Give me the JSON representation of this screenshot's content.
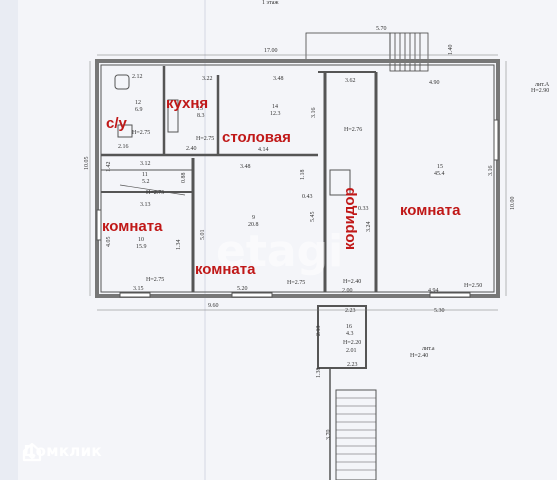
{
  "header": {
    "floor_label": "1 этаж"
  },
  "rooms": {
    "su": "с/у",
    "kitchen": "кухня",
    "dining": "столовая",
    "corridor": "коридор",
    "room_big": "комната",
    "room_left": "комната",
    "room_center": "комната"
  },
  "dimensions": {
    "top_total": "17.00",
    "top_right_ext": "5.70",
    "top_ext_side": "1.40",
    "d_2_12": "2.12",
    "d_3_22": "3.22",
    "d_3_48_top": "3.48",
    "d_3_62": "3.62",
    "d_4_90": "4.90",
    "d_2_16": "2.16",
    "d_2_40": "2.40",
    "d_4_14": "4.14",
    "d_3_12": "3.12",
    "d_3_48_mid": "3.48",
    "d_3_13": "3.13",
    "d_1_42": "1.42",
    "d_3_16_a": "3.16",
    "d_3_16_b": "3.16",
    "d_1_18": "1.18",
    "d_0_43": "0.43",
    "d_5_45": "5.45",
    "d_5_01": "5.01",
    "d_1_34": "1.34",
    "d_4_05": "4.05",
    "d_0_33": "0.33",
    "d_3_15": "3.15",
    "d_2_40_b": "2.40",
    "d_5_20": "5.20",
    "d_2_00": "2.00",
    "d_4_94": "4.94",
    "d_9_60": "9.60",
    "d_5_30": "5.30",
    "left_total": "10.05",
    "right_total": "10.00",
    "d_2_23": "2.23",
    "d_2_13": "2.13",
    "d_2_01": "2.01",
    "d_2_23_b": "2.23",
    "d_1_38": "1.38",
    "d_3_70": "3.70",
    "d_0_88": "0.88",
    "d_3_24": "3.24"
  },
  "room_numbers": {
    "su": {
      "num": "12",
      "area": "6.9"
    },
    "kitchen": {
      "num": "13",
      "area": "8.3"
    },
    "dining": {
      "num": "14",
      "area": "12.3"
    },
    "hall": {
      "num": "11",
      "area": "5.2"
    },
    "room_left": {
      "num": "10",
      "area": "15.9"
    },
    "room_center": {
      "num": "9",
      "area": "20.8"
    },
    "room_big": {
      "num": "15",
      "area": "45.4"
    },
    "porch": {
      "num": "16",
      "area": "4.3"
    }
  },
  "heights": {
    "su": "Н=2.75",
    "kitchen": "Н=2.75",
    "corridor_top": "Н=2.76",
    "hall": "Н=2.75",
    "room_left": "Н=2.75",
    "room_center": "Н=2.75",
    "corridor": "Н=2.40",
    "room_big": "Н=2.50",
    "porch": "Н=2.20",
    "porch_block": "Н=2.40",
    "block_a": "Н=2.90"
  },
  "blocks": {
    "a": "лит.А",
    "a1": "лит.а"
  },
  "watermark": "etagi",
  "brand": {
    "name": "Домклик"
  }
}
